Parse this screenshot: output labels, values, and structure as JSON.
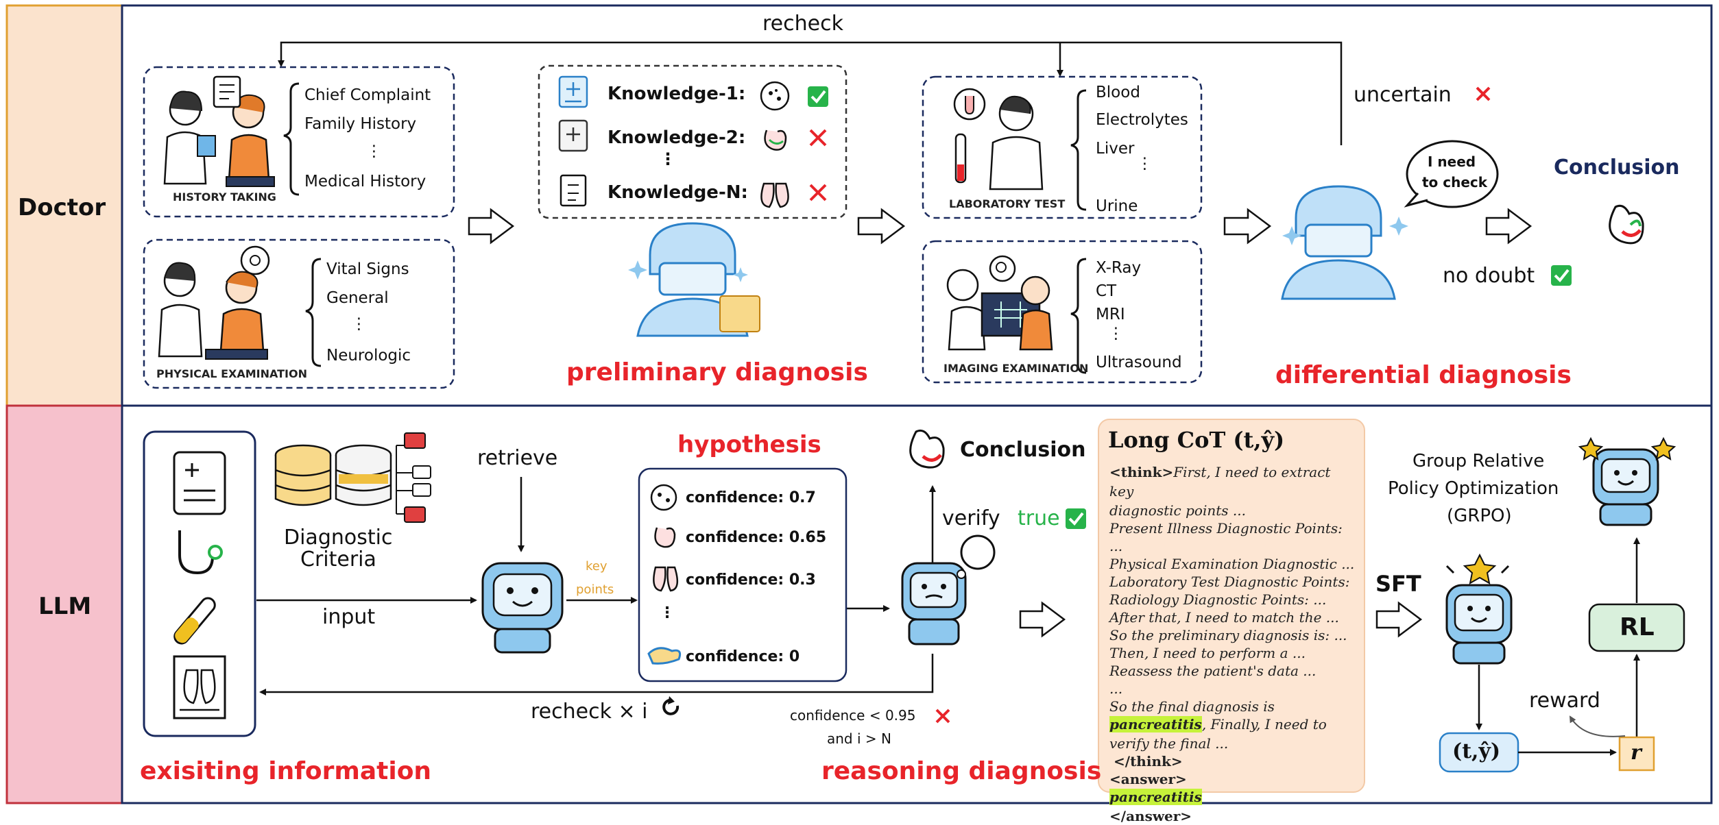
{
  "rows": {
    "doctor": "Doctor",
    "llm": "LLM"
  },
  "doctor": {
    "recheck": "recheck",
    "history_caption": "HISTORY TAKING",
    "history_items": [
      "Chief Complaint",
      "Family History",
      "⋮",
      "Medical History"
    ],
    "physical_caption": "PHYSICAL EXAMINATION",
    "physical_items": [
      "Vital Signs",
      "General",
      "⋮",
      "Neurologic"
    ],
    "knowledge": [
      "Knowledge-1:",
      "Knowledge-2:",
      "⋮",
      "Knowledge-N:"
    ],
    "preliminary": "preliminary diagnosis",
    "lab_caption": "LABORATORY TEST",
    "lab_items": [
      "Blood",
      "Electrolytes",
      "Liver",
      "⋮",
      "Urine"
    ],
    "imaging_caption": "IMAGING EXAMINATION",
    "imaging_items": [
      "X-Ray",
      "CT",
      "MRI",
      "⋮",
      "Ultrasound"
    ],
    "uncertain": "uncertain",
    "speech": [
      "I need",
      "to check"
    ],
    "conclusion": "Conclusion",
    "no_doubt": "no doubt",
    "differential": "differential diagnosis"
  },
  "llm": {
    "criteria": [
      "Diagnostic",
      "Criteria"
    ],
    "retrieve": "retrieve",
    "input": "input",
    "key_points": [
      "key",
      "points"
    ],
    "hypothesis": "hypothesis",
    "confidences": [
      "confidence: 0.7",
      "confidence: 0.65",
      "confidence: 0.3",
      "⋮",
      "confidence: 0"
    ],
    "conclusion": "Conclusion",
    "verify": "verify",
    "true_label": "true",
    "recheck": "recheck × i",
    "condition": [
      "confidence < 0.95",
      "and i > N"
    ],
    "existing": "exisiting information",
    "reasoning": "reasoning diagnosis",
    "cot_title": "Long CoT (t,ŷ)",
    "cot_lines": [
      "First, I need to extract key",
      "diagnostic points ...",
      "Present Illness Diagnostic Points: ...",
      "Physical Examination Diagnostic ...",
      "Laboratory Test Diagnostic Points:",
      "Radiology Diagnostic Points: ...",
      "After that, I need to match the ...",
      "So the preliminary diagnosis is: ...",
      "Then, I need to perform a ...",
      "Reassess the patient's data ...",
      "...",
      "So the final diagnosis is"
    ],
    "think_open": "<think>",
    "think_close": "</think>",
    "answer_open": "<answer>",
    "answer_close": "</answer>",
    "pancreatitis": "pancreatitis",
    "after_pancreatitis": ", Finally, I need to",
    "verify_final": "verify the final ...",
    "grpo": [
      "Group Relative",
      "Policy Optimization",
      "(GRPO)"
    ],
    "sft": "SFT",
    "rl": "RL",
    "reward": "reward",
    "r": "r",
    "ty": "(t,ŷ)"
  },
  "colors": {
    "doctor_bg": "#fbe3cd",
    "llm_bg": "#f6c1cc",
    "red": "#e8242a",
    "navy": "#1a2a5e",
    "green": "#27b34a",
    "cot_bg": "#fde6d3",
    "rl_bg": "#d9f0dc"
  }
}
